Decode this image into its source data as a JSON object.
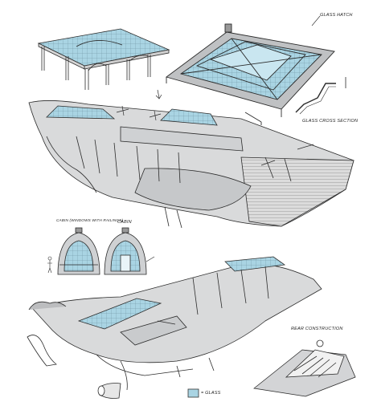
{
  "colors": {
    "ink": "#2b2b2b",
    "hull": "#d9dadb",
    "hull_dark": "#b9bbbd",
    "glass": "#a9d4e3",
    "glass_dark": "#7fb7cc",
    "paper": "#ffffff"
  },
  "labels": {
    "glass_hatch": "GLASS HATCH",
    "glass_section": "GLASS CROSS SECTION",
    "cabin_window": "CABIN (WINDOWS WITH RAILINGS)",
    "cabin_plain": "CABIN",
    "rear_construction": "REAR CONSTRUCTION",
    "legend": "= GLASS"
  }
}
